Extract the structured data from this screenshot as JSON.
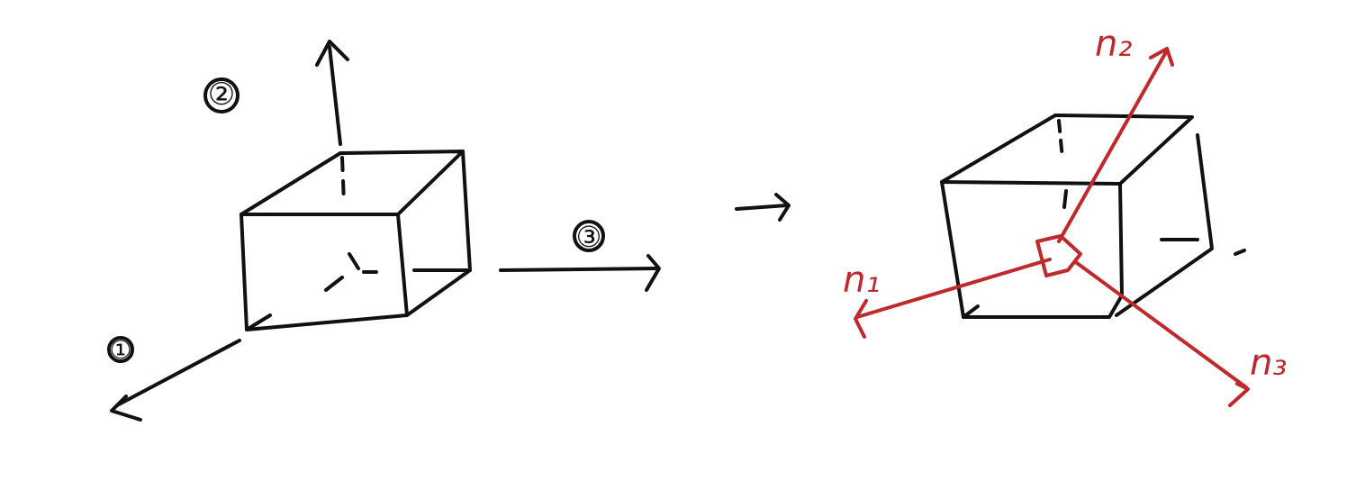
{
  "colors": {
    "ink": "#111111",
    "accent": "#c0282b",
    "background": "#ffffff"
  },
  "left_figure": {
    "axis_labels": {
      "axis_1": "①",
      "axis_2": "②",
      "axis_3": "③"
    }
  },
  "right_figure": {
    "normal_labels": {
      "n1": "n₁",
      "n2": "n₂",
      "n3": "n₃"
    }
  }
}
